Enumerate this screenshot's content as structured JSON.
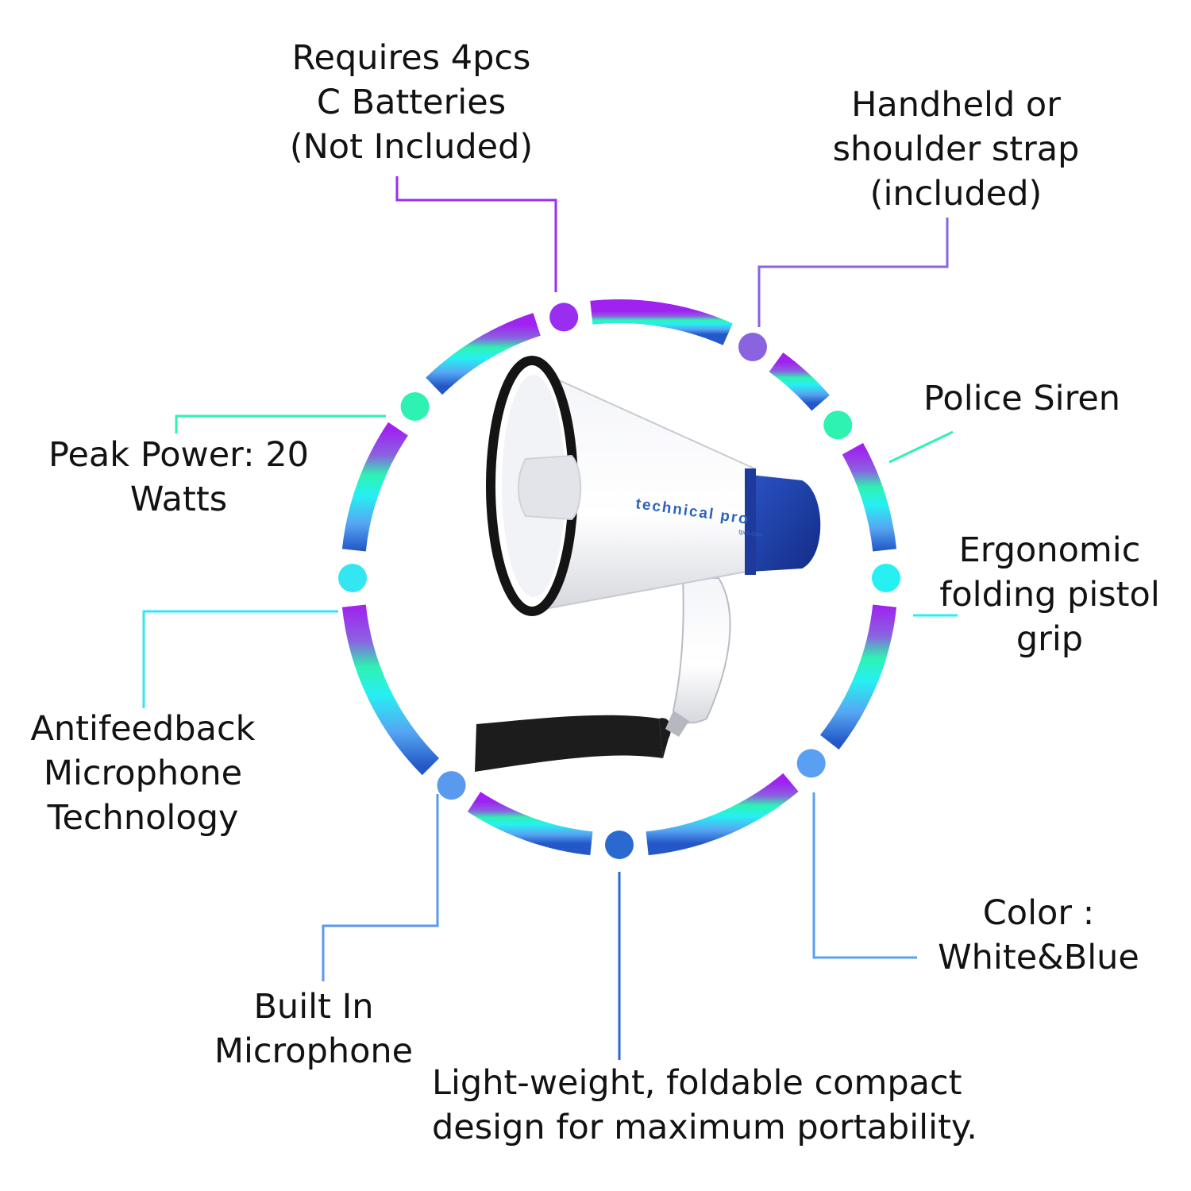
{
  "brand": {
    "logo_text": "technical pro",
    "logo_sub": "tpro.com"
  },
  "colors": {
    "purple": "#9a2ef0",
    "violet": "#8a63e0",
    "green": "#2ef2b2",
    "cyan": "#26f0f2",
    "blue": "#5aa0f2",
    "navy": "#2a6ad0",
    "megaphone_blue": "#1d3fa8"
  },
  "features": [
    {
      "id": "batteries",
      "lines": [
        "Requires 4pcs",
        "C Batteries",
        "(Not Included)"
      ],
      "color": "#9a2ef0"
    },
    {
      "id": "strap",
      "lines": [
        "Handheld or",
        "shoulder strap",
        "(included)"
      ],
      "color": "#8a63e0"
    },
    {
      "id": "siren",
      "lines": [
        "Police Siren"
      ],
      "color": "#2ef2b2"
    },
    {
      "id": "grip",
      "lines": [
        "Ergonomic",
        "folding pistol",
        "grip"
      ],
      "color": "#26f0f2"
    },
    {
      "id": "color",
      "lines": [
        "Color :",
        "White&Blue"
      ],
      "color": "#5aa0f2"
    },
    {
      "id": "lightweight",
      "lines": [
        "Light-weight, foldable compact",
        "design for maximum portability."
      ],
      "color": "#2a6ad0"
    },
    {
      "id": "mic",
      "lines": [
        "Built In",
        "Microphone"
      ],
      "color": "#5a9aee"
    },
    {
      "id": "antifeedback",
      "lines": [
        "Antifeedback",
        "Microphone",
        "Technology"
      ],
      "color": "#33e6f0"
    },
    {
      "id": "power",
      "lines": [
        "Peak Power: 20",
        "Watts"
      ],
      "color": "#2ef2b2"
    }
  ]
}
